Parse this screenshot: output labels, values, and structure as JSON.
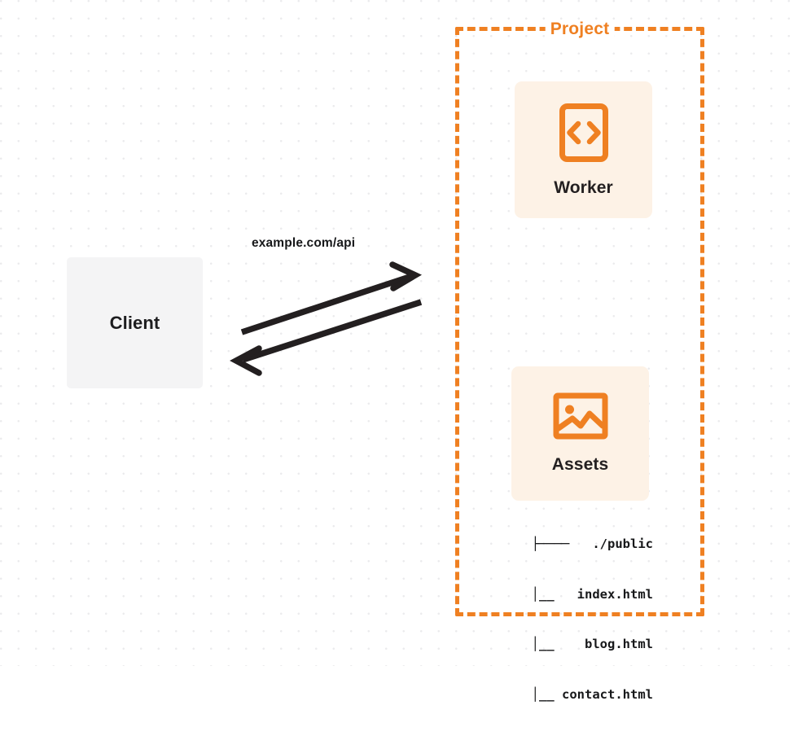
{
  "diagram": {
    "title": "Cloudflare Worker with static assets architecture",
    "background": {
      "dot_color": "#ebebed",
      "page_color": "#ffffff"
    },
    "colors": {
      "accent_orange": "#ef8022",
      "card_background": "#fdf2e6",
      "client_background": "#f4f4f5",
      "text_dark": "#17181a",
      "arrow": "#231f20"
    },
    "client": {
      "label": "Client"
    },
    "edge": {
      "label": "example.com/api",
      "direction": "bidirectional",
      "arrow_out_name": "request-arrow",
      "arrow_in_name": "response-arrow"
    },
    "project": {
      "label": "Project",
      "border_style": "dashed",
      "nodes": [
        {
          "id": "worker",
          "label": "Worker",
          "icon": "code-brackets-icon"
        },
        {
          "id": "assets",
          "label": "Assets",
          "icon": "image-icon"
        }
      ],
      "file_tree": [
        {
          "connector": "├───",
          "name": "./public"
        },
        {
          "connector": "   │__",
          "name": "index.html"
        },
        {
          "connector": "   │__",
          "name": "blog.html"
        },
        {
          "connector": "   │__",
          "name": "contact.html"
        }
      ],
      "file_tree_lines": [
        "├────   ./public",
        "    │__   index.html",
        "    │__    blog.html",
        "    │__ contact.html"
      ]
    }
  }
}
